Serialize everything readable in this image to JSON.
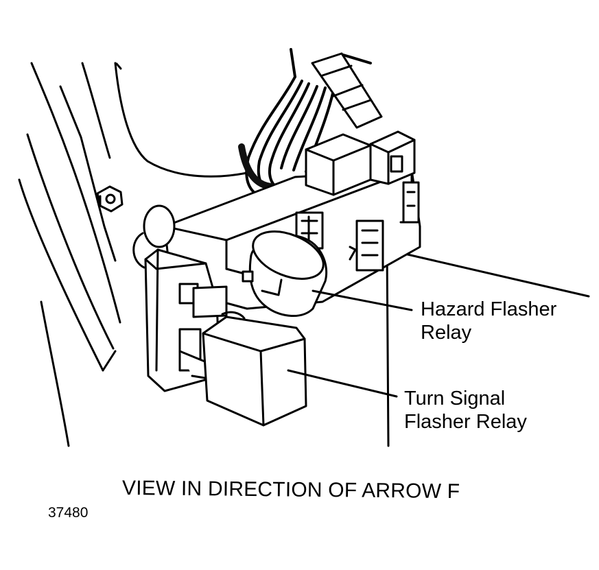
{
  "callouts": {
    "hazard_flasher_relay": [
      "Hazard Flasher",
      "Relay"
    ],
    "turn_signal_flasher_relay": [
      "Turn Signal",
      "Flasher Relay"
    ]
  },
  "caption": "VIEW IN DIRECTION OF ARROW F",
  "figure_number": "37480",
  "colors": {
    "ink": "#000000",
    "paper": "#ffffff"
  }
}
